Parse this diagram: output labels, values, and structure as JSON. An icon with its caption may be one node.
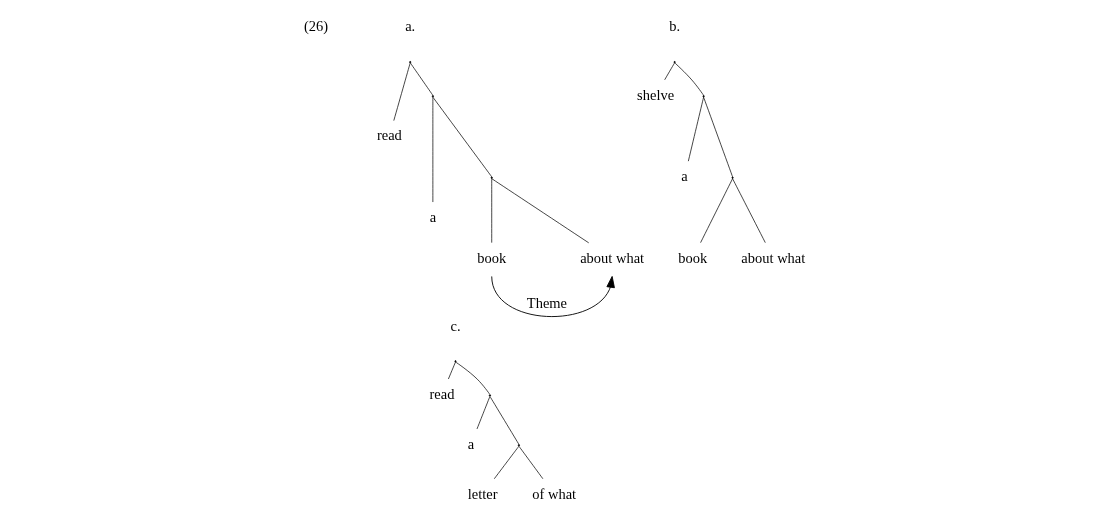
{
  "diagram": {
    "nodes": [
      {
        "text": [],
        "shape": "point"
      },
      {
        "text": [
          "read"
        ]
      },
      {
        "text": [],
        "shape": "point"
      },
      {
        "text": [
          "a"
        ]
      },
      {
        "text": [],
        "shape": "point"
      },
      {
        "text": [
          "book"
        ]
      },
      {
        "text": [
          "about what"
        ]
      },
      {
        "text": [],
        "shape": "point"
      },
      {
        "text": [
          "shelve"
        ]
      },
      {
        "text": [],
        "shape": "point"
      },
      {
        "text": [
          "a"
        ]
      },
      {
        "text": [],
        "shape": "point"
      },
      {
        "text": [
          "book"
        ]
      },
      {
        "text": [
          "about what"
        ]
      },
      {
        "text": [],
        "shape": "point"
      },
      {
        "text": [
          "read"
        ]
      },
      {
        "text": [],
        "shape": "point"
      },
      {
        "text": [
          "a"
        ]
      },
      {
        "text": [],
        "shape": "point"
      },
      {
        "text": [
          "letter"
        ]
      },
      {
        "text": [
          "of what"
        ]
      }
    ],
    "edges": [
      {
        "from": 0,
        "to": 1,
        "arrow": "none"
      },
      {
        "from": 0,
        "to": 2,
        "arrow": "none"
      },
      {
        "from": 2,
        "to": 3,
        "arrow": "none"
      },
      {
        "from": 2,
        "to": 4,
        "arrow": "none"
      },
      {
        "from": 4,
        "to": 5,
        "arrow": "none"
      },
      {
        "from": 4,
        "to": 6,
        "arrow": "none"
      },
      {
        "from": 5,
        "to": 6,
        "arrow": "to",
        "label": "Theme"
      },
      {
        "from": 7,
        "to": 8,
        "arrow": "none"
      },
      {
        "from": 7,
        "to": 9,
        "arrow": "none"
      },
      {
        "from": 9,
        "to": 10,
        "arrow": "none"
      },
      {
        "from": 9,
        "to": 11,
        "arrow": "none"
      },
      {
        "from": 11,
        "to": 12,
        "arrow": "none"
      },
      {
        "from": 11,
        "to": 13,
        "arrow": "none"
      },
      {
        "from": 14,
        "to": 15,
        "arrow": "none"
      },
      {
        "from": 14,
        "to": 16,
        "arrow": "none"
      },
      {
        "from": 16,
        "to": 17,
        "arrow": "none"
      },
      {
        "from": 16,
        "to": 18,
        "arrow": "none"
      },
      {
        "from": 18,
        "to": 19,
        "arrow": "none"
      },
      {
        "from": 18,
        "to": 20,
        "arrow": "none"
      }
    ],
    "labels": [
      "(26)",
      "a.",
      "b.",
      "c."
    ]
  }
}
